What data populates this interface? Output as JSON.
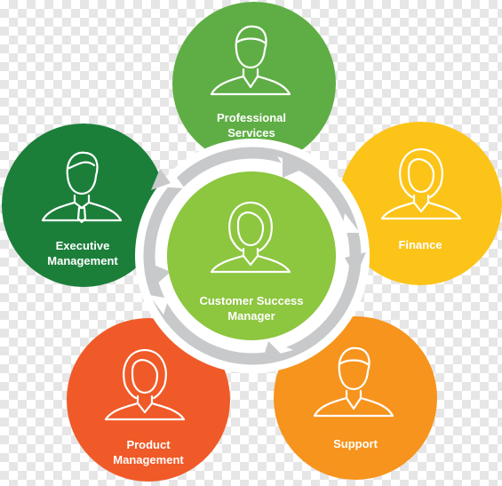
{
  "center": {
    "label_line1": "Customer Success",
    "label_line2": "Manager",
    "color": "#8dc63f",
    "icon": "female-user-icon"
  },
  "roles": [
    {
      "key": "professional-services",
      "label_line1": "Professional",
      "label_line2": "Services",
      "color": "#5fae45",
      "icon": "male-user-icon"
    },
    {
      "key": "finance",
      "label_line1": "Finance",
      "label_line2": "",
      "color": "#fcc419",
      "icon": "female-user-icon"
    },
    {
      "key": "support",
      "label_line1": "Support",
      "label_line2": "",
      "color": "#f7941d",
      "icon": "male-user-icon"
    },
    {
      "key": "product-management",
      "label_line1": "Product",
      "label_line2": "Management",
      "color": "#f05a28",
      "icon": "female-user-icon"
    },
    {
      "key": "executive-management",
      "label_line1": "Executive",
      "label_line2": "Management",
      "color": "#1b7f3a",
      "icon": "male-executive-icon"
    }
  ],
  "cycle_arrow_color": "#c7c9cb",
  "background": "transparent-checkerboard"
}
